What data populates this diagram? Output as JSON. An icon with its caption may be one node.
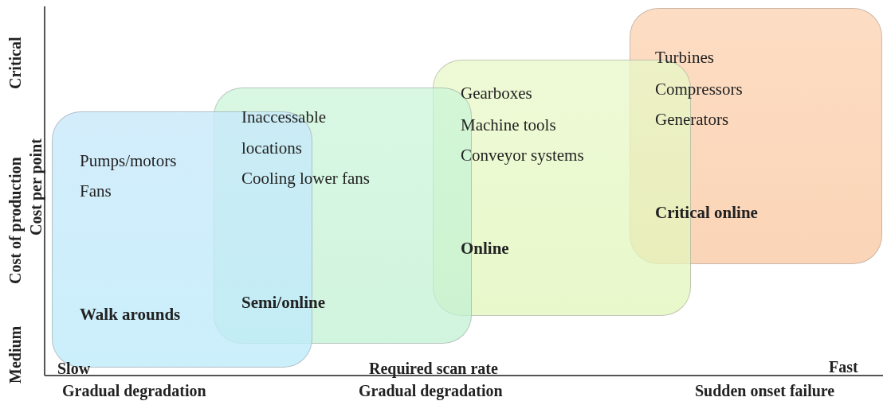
{
  "diagram": {
    "nodes": [
      {
        "text": [
          "Pumps/motors",
          "Fans",
          "Walk arounds"
        ]
      },
      {
        "text": [
          "Inaccessable locations",
          "Cooling lower fans",
          "Semi/online"
        ]
      },
      {
        "text": [
          "Gearboxes",
          "Machine tools",
          "Conveyor systems",
          "Online"
        ]
      },
      {
        "text": [
          "Turbines",
          "Compressors",
          "Generators",
          "Critical online"
        ]
      }
    ],
    "edges": [],
    "labels": [
      "Critical",
      "Cost of production",
      "Medium",
      "Cost per point",
      "Slow",
      "Required scan rate",
      "Fast",
      "Gradual degradation",
      "Gradual degradation",
      "Sudden onset failure"
    ]
  }
}
